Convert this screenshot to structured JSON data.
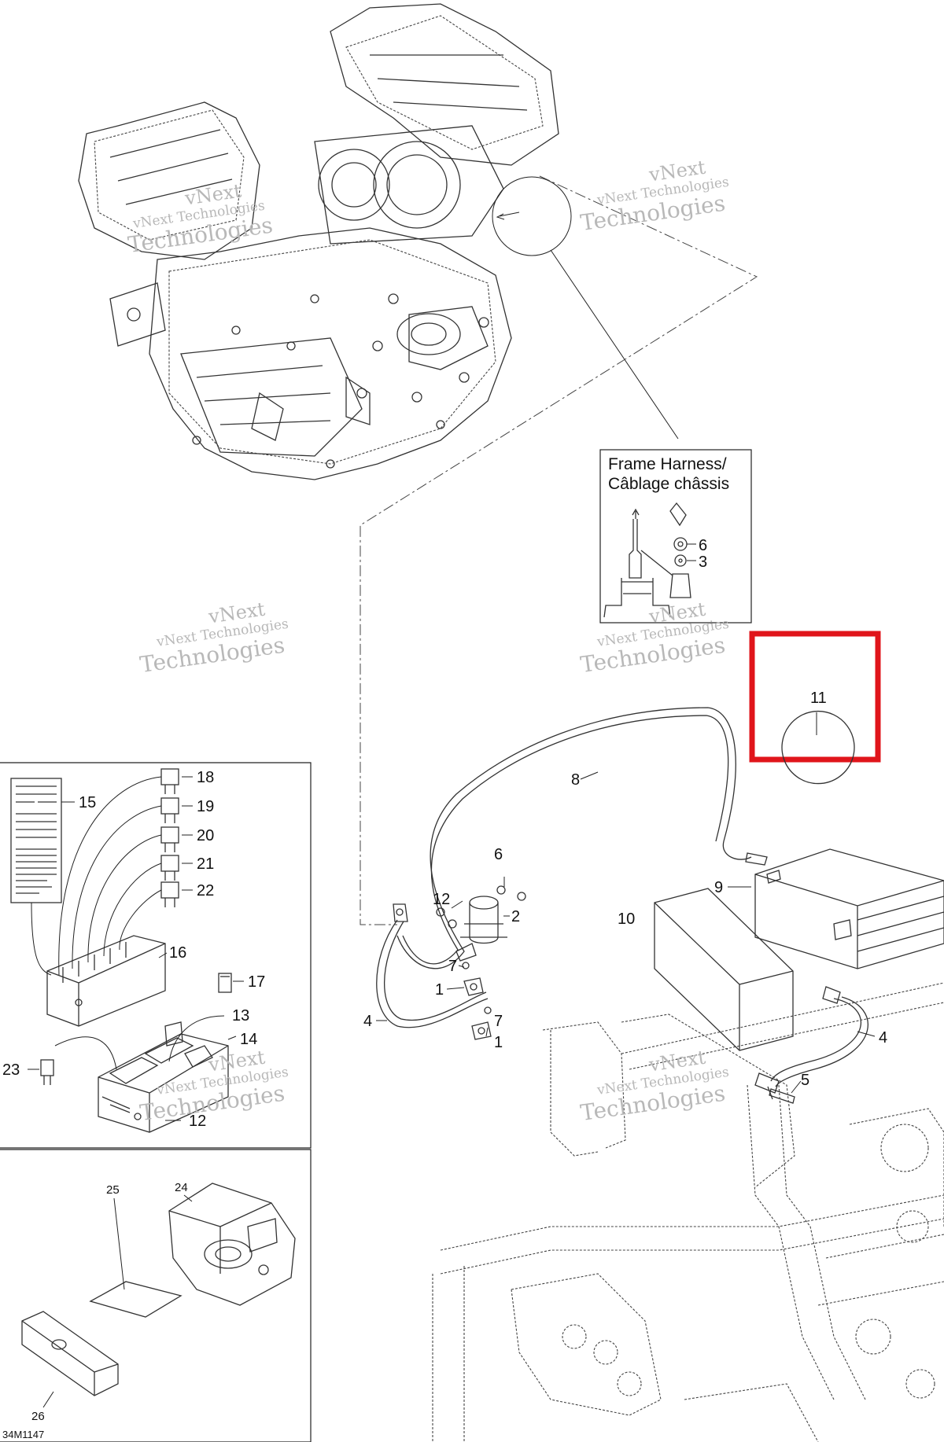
{
  "diagram_code": "34M1147",
  "inset_frame_harness": {
    "title_line1": "Frame Harness/",
    "title_line2": "Câblage châssis",
    "labels": [
      "6",
      "3"
    ]
  },
  "highlight": {
    "color": "#e0151b",
    "label": "11"
  },
  "watermark": {
    "line1": "vNext Technologies",
    "line2": "vNext",
    "line3": "Technologies"
  },
  "callouts": {
    "p1a": "1",
    "p1b": "1",
    "p2": "2",
    "p4a": "4",
    "p4b": "4",
    "p5": "5",
    "p6": "6",
    "p7a": "7",
    "p7b": "7",
    "p8": "8",
    "p9": "9",
    "p10": "10",
    "p12": "12",
    "f15": "15",
    "f16": "16",
    "f17": "17",
    "f18": "18",
    "f19": "19",
    "f20": "20",
    "f21": "21",
    "f22": "22",
    "f23": "23",
    "f13": "13",
    "f14": "14",
    "f12": "12",
    "b24": "24",
    "b25": "25",
    "b26": "26"
  }
}
